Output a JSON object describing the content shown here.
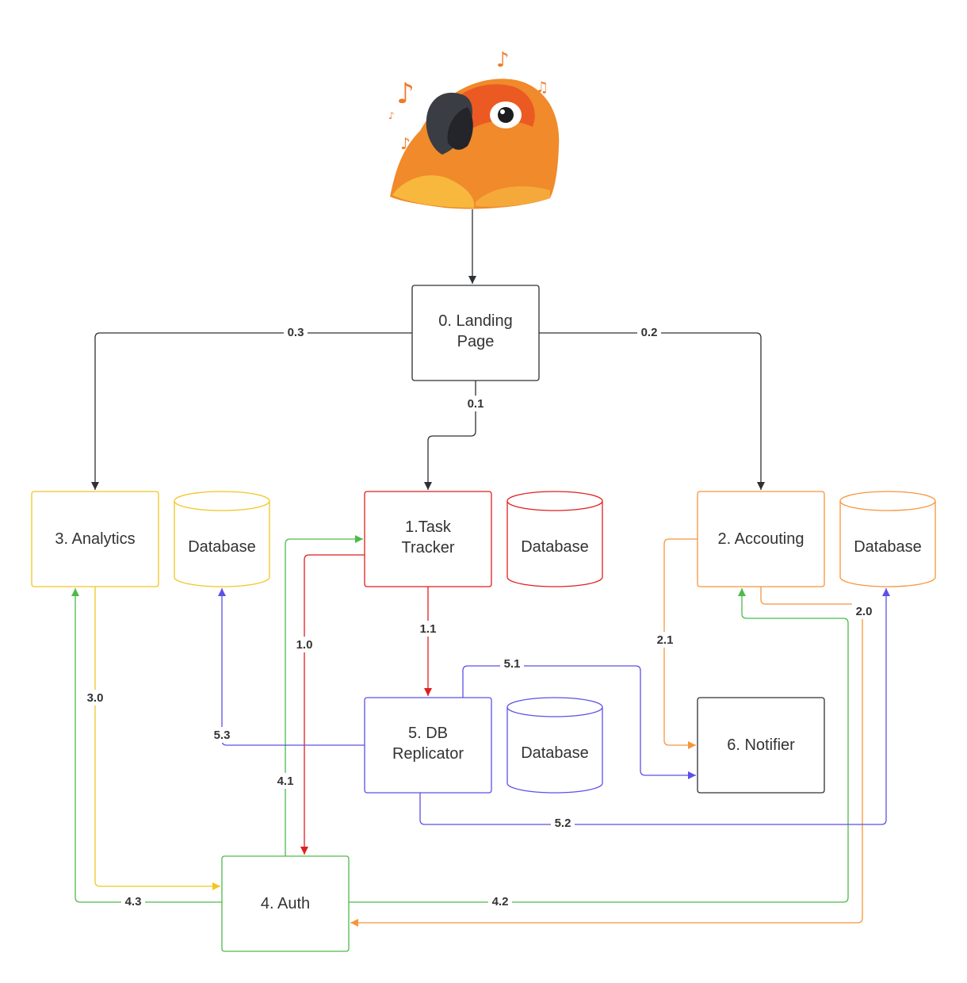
{
  "colors": {
    "black": "#2d3035",
    "red": "#e01e1e",
    "orange": "#f7953a",
    "yellow": "#f2c521",
    "green": "#4dba4a",
    "blue": "#5b50e8"
  },
  "mascot": {
    "icon": "parrot-with-music-notes"
  },
  "nodes": {
    "landing": {
      "line1": "0. Landing",
      "line2": "Page"
    },
    "analytics": {
      "line1": "3. Analytics"
    },
    "analytics_db": {
      "line1": "Database"
    },
    "task": {
      "line1": "1.Task",
      "line2": "Tracker"
    },
    "task_db": {
      "line1": "Database"
    },
    "accounting": {
      "line1": "2. Accouting"
    },
    "accounting_db": {
      "line1": "Database"
    },
    "replicator": {
      "line1": "5. DB",
      "line2": "Replicator"
    },
    "replicator_db": {
      "line1": "Database"
    },
    "notifier": {
      "line1": "6. Notifier"
    },
    "auth": {
      "line1": "4. Auth"
    }
  },
  "edges": {
    "e01": "0.1",
    "e02": "0.2",
    "e03": "0.3",
    "e10": "1.0",
    "e11": "1.1",
    "e20": "2.0",
    "e21": "2.1",
    "e30": "3.0",
    "e41": "4.1",
    "e42": "4.2",
    "e43": "4.3",
    "e51": "5.1",
    "e52": "5.2",
    "e53": "5.3"
  }
}
